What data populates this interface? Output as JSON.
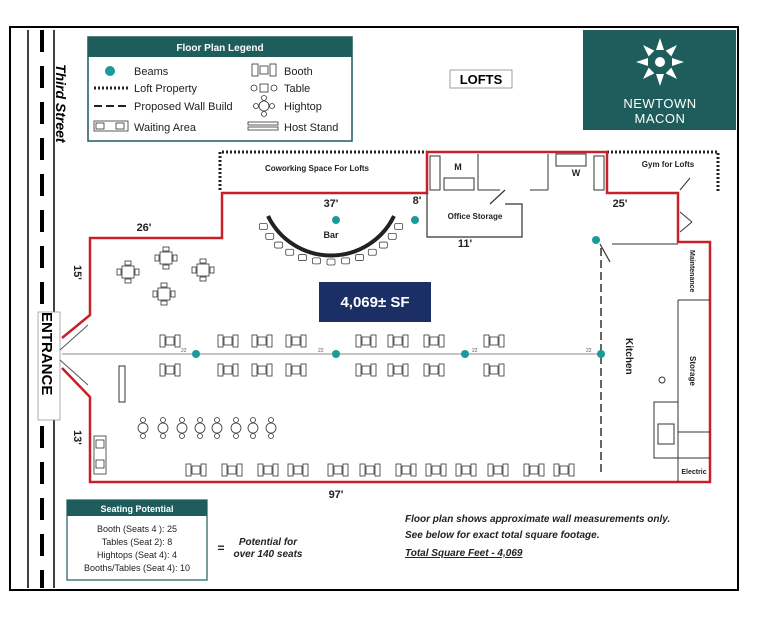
{
  "street": "Third Street",
  "entrance": "ENTRANCE",
  "lofts": "LOFTS",
  "brand": {
    "line1": "NEWTOWN",
    "line2": "MACON"
  },
  "legend": {
    "title": "Floor Plan Legend",
    "beams": "Beams",
    "loft_property": "Loft Property",
    "proposed_wall": "Proposed Wall Build",
    "waiting_area": "Waiting Area",
    "booth": "Booth",
    "table": "Table",
    "hightop": "Hightop",
    "host_stand": "Host Stand"
  },
  "rooms": {
    "coworking": "Coworking Space For Lofts",
    "gym": "Gym for Lofts",
    "men": "M",
    "women": "W",
    "office_storage": "Office Storage",
    "bar": "Bar",
    "kitchen": "Kitchen",
    "maintenance": "Maintenance",
    "storage": "Storage",
    "electric": "Electric"
  },
  "dimensions": {
    "d26": "26'",
    "d37": "37'",
    "d8": "8'",
    "d25": "25'",
    "d11": "11'",
    "d15": "15'",
    "d13": "13'",
    "d97": "97'",
    "beam_span": "22"
  },
  "square_feet": "4,069± SF",
  "seating": {
    "title": "Seating Potential",
    "booth": "Booth (Seats 4 ): 25",
    "tables": "Tables (Seat 2): 8",
    "hightops": "Hightops (Seat 4): 4",
    "booths_tables": "Booths/Tables (Seat 4): 10",
    "equals": "=",
    "potential_line1": "Potential for",
    "potential_line2": "over 140 seats"
  },
  "notes": {
    "line1": "Floor plan shows approximate wall measurements only.",
    "line2": "See below for exact total square footage.",
    "total": "Total Square Feet - 4,069"
  },
  "colors": {
    "wall": "#c8202a",
    "beam": "#1a9a9a",
    "brand_bg": "#1f5c5c",
    "navy": "#1b2e66",
    "legend_header": "#1f5c5c"
  }
}
